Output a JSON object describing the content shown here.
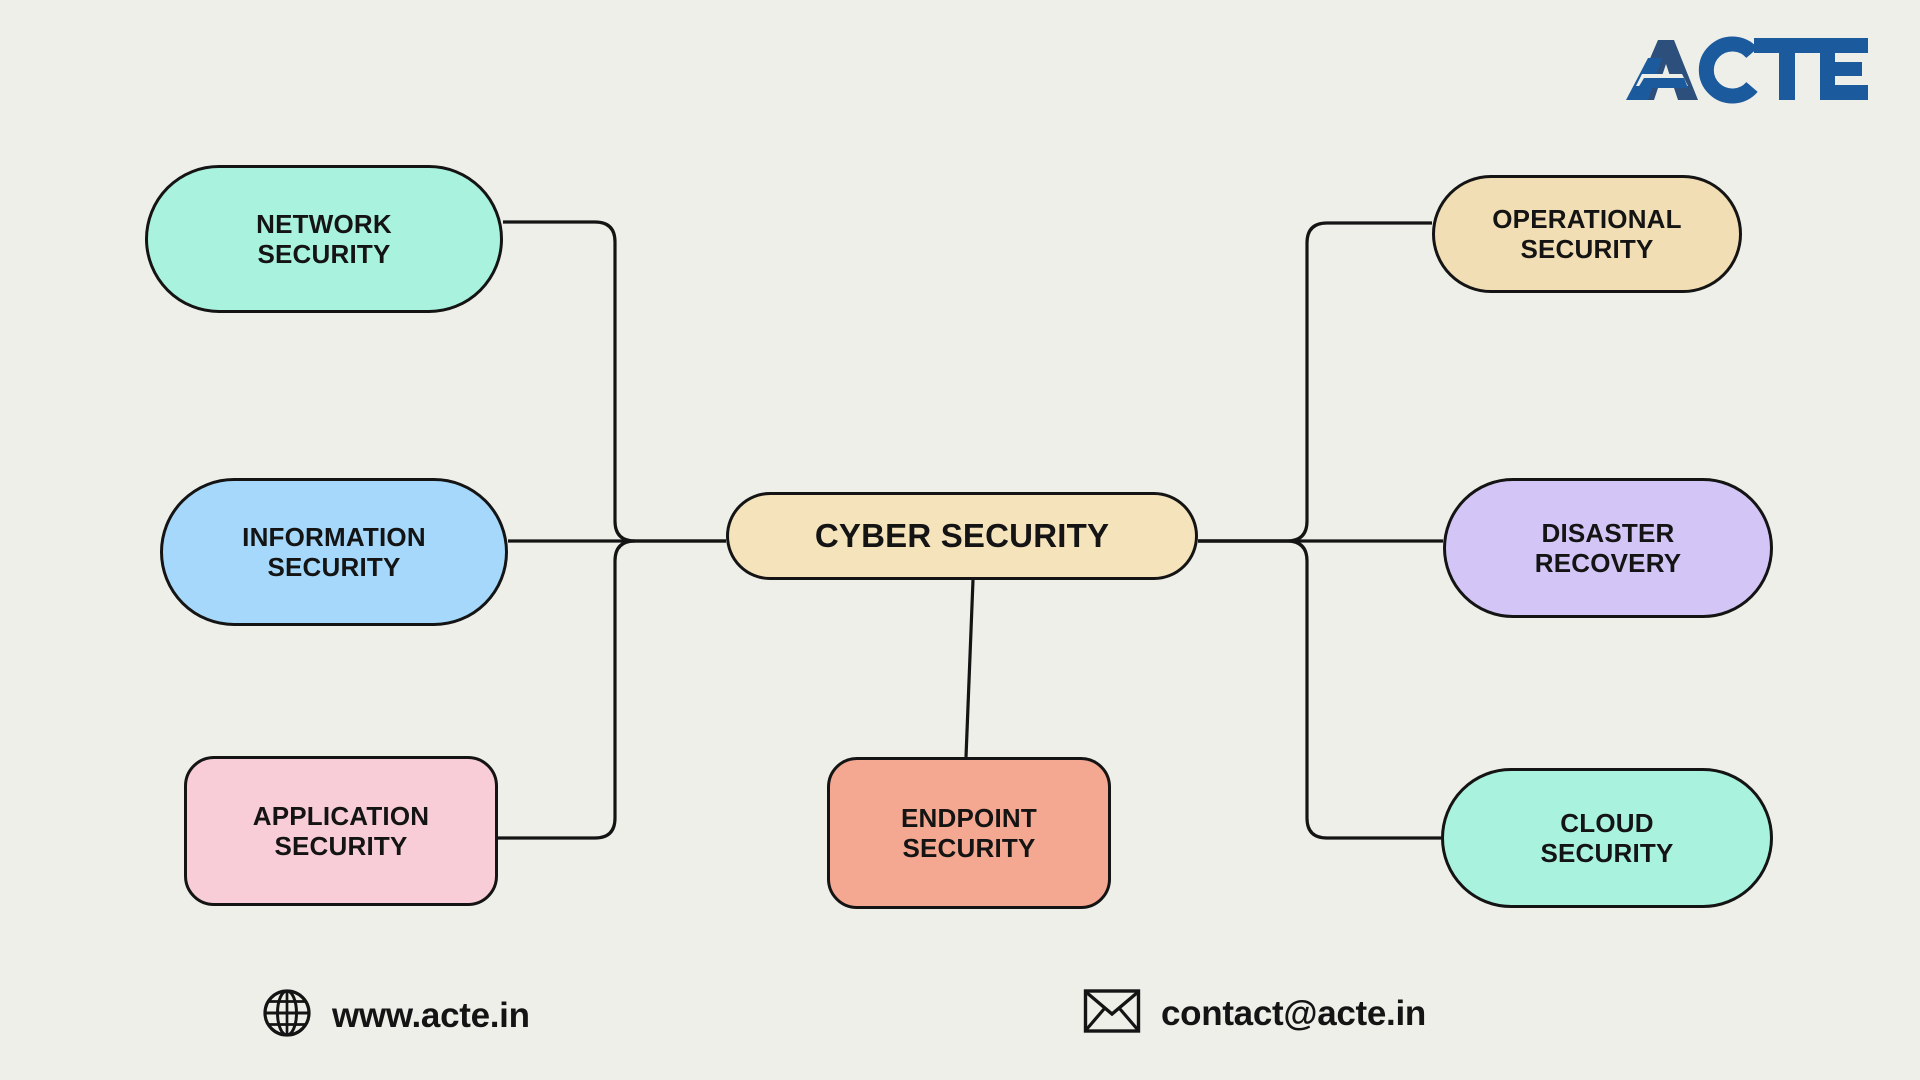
{
  "brand": {
    "logo_text": "ACTE",
    "logo_color_primary": "#1C5A9E",
    "logo_color_secondary": "#2C4F7C"
  },
  "canvas": {
    "background_color": "#EFEFEA",
    "line_color": "#141414"
  },
  "diagram": {
    "type": "mind-map",
    "root": {
      "id": "cyber-security",
      "label": "CYBER SECURITY",
      "fill": "#F5E3BC",
      "shape": "pill"
    },
    "branches_left": [
      {
        "id": "network-security",
        "label": "NETWORK\nSECURITY",
        "fill": "#A9F2DE",
        "shape": "pill"
      },
      {
        "id": "information-security",
        "label": "INFORMATION\nSECURITY",
        "fill": "#A5D8FA",
        "shape": "pill"
      },
      {
        "id": "application-security",
        "label": "APPLICATION\nSECURITY",
        "fill": "#F8CDD8",
        "shape": "rounded-rect"
      }
    ],
    "branches_right": [
      {
        "id": "operational-security",
        "label": "OPERATIONAL\nSECURITY",
        "fill": "#F2DEB4",
        "shape": "pill"
      },
      {
        "id": "disaster-recovery",
        "label": "DISASTER\nRECOVERY",
        "fill": "#D3C6F7",
        "shape": "pill"
      },
      {
        "id": "cloud-security",
        "label": "CLOUD\nSECURITY",
        "fill": "#A9F2DE",
        "shape": "pill"
      }
    ],
    "branch_bottom": {
      "id": "endpoint-security",
      "label": "ENDPOINT\nSECURITY",
      "fill": "#F4A791",
      "shape": "rounded-rect"
    }
  },
  "footer": {
    "website": {
      "icon": "globe-icon",
      "text": "www.acte.in"
    },
    "email": {
      "icon": "envelope-icon",
      "text": "contact@acte.in"
    }
  }
}
